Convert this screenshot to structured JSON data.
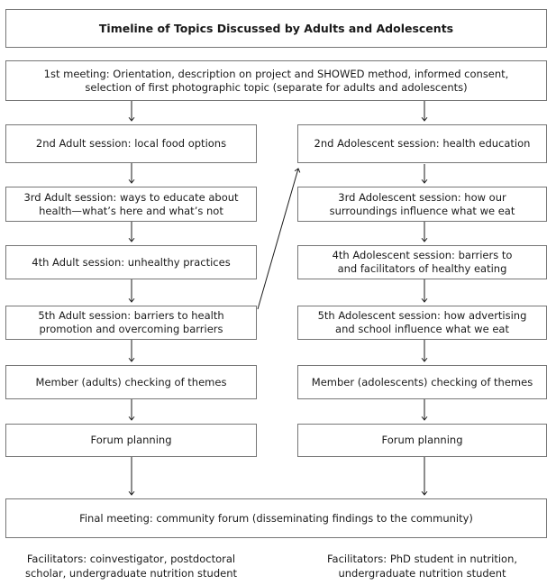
{
  "diagram": {
    "title": "Timeline of Topics Discussed by Adults and Adolescents",
    "first_meeting": "1st meeting: Orientation, description on project and SHOWED method, informed consent,\nselection of first photographic topic (separate for adults and adolescents)",
    "adult_track": {
      "boxes": [
        "2nd Adult session: local food options",
        "3rd Adult session: ways to educate about\nhealth—what’s here and what’s not",
        "4th Adult session: unhealthy practices",
        "5th Adult session: barriers to health\npromotion and overcoming barriers",
        "Member (adults) checking of themes",
        "Forum planning"
      ],
      "facilitators": "Facilitators: coinvestigator, postdoctoral\nscholar, undergraduate nutrition student"
    },
    "adolescent_track": {
      "boxes": [
        "2nd Adolescent session: health education",
        "3rd Adolescent session: how our\nsurroundings influence what we eat",
        "4th Adolescent session: barriers to\nand facilitators of healthy eating",
        "5th Adolescent session: how advertising\nand school influence what we eat",
        "Member (adolescents) checking of themes",
        "Forum planning"
      ],
      "facilitators": "Facilitators: PhD student in nutrition,\nundergraduate nutrition student"
    },
    "final_meeting": "Final meeting: community forum (disseminating findings to the community)",
    "colors": {
      "background": "#ffffff",
      "box_border": "#767676",
      "text": "#1a1a1a",
      "arrow": "#1a1a1a"
    }
  }
}
